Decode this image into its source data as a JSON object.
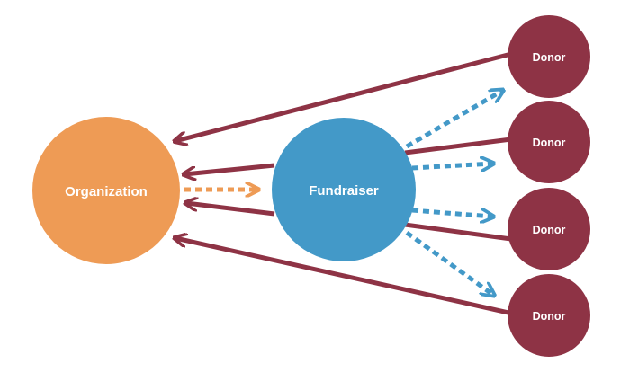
{
  "colors": {
    "organization": "#EE9B55",
    "fundraiser": "#4399C8",
    "donor": "#8E3345",
    "label": "#FFFFFF"
  },
  "nodes": {
    "organization": {
      "label": "Organization"
    },
    "fundraiser": {
      "label": "Fundraiser"
    },
    "donors": [
      {
        "label": "Donor"
      },
      {
        "label": "Donor"
      },
      {
        "label": "Donor"
      },
      {
        "label": "Donor"
      }
    ]
  }
}
